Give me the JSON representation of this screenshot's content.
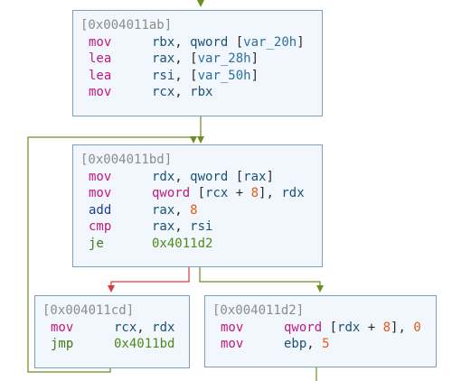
{
  "colors": {
    "block_bg": "#f1f7fc",
    "block_border": "#7ea0bc",
    "edge_unconditional": "#6b8e1e",
    "edge_true": "#6b8e1e",
    "edge_false": "#d93a3a"
  },
  "blocks": [
    {
      "address": "[0x004011ab]",
      "instructions": [
        {
          "mnemonic": "mov",
          "operands": [
            {
              "t": "reg",
              "s": "rbx"
            },
            {
              "t": "pun",
              "s": ", "
            },
            {
              "t": "reg",
              "s": "qword "
            },
            {
              "t": "pun",
              "s": "["
            },
            {
              "t": "var",
              "s": "var_20h"
            },
            {
              "t": "pun",
              "s": "]"
            }
          ]
        },
        {
          "mnemonic": "lea",
          "operands": [
            {
              "t": "reg",
              "s": "rax"
            },
            {
              "t": "pun",
              "s": ", ["
            },
            {
              "t": "var",
              "s": "var_28h"
            },
            {
              "t": "pun",
              "s": "]"
            }
          ]
        },
        {
          "mnemonic": "lea",
          "operands": [
            {
              "t": "reg",
              "s": "rsi"
            },
            {
              "t": "pun",
              "s": ", ["
            },
            {
              "t": "var",
              "s": "var_50h"
            },
            {
              "t": "pun",
              "s": "]"
            }
          ]
        },
        {
          "mnemonic": "mov",
          "operands": [
            {
              "t": "reg",
              "s": "rcx"
            },
            {
              "t": "pun",
              "s": ", "
            },
            {
              "t": "reg",
              "s": "rbx"
            }
          ]
        }
      ]
    },
    {
      "address": "[0x004011bd]",
      "instructions": [
        {
          "mnemonic": "mov",
          "operands": [
            {
              "t": "reg",
              "s": "rdx"
            },
            {
              "t": "pun",
              "s": ", "
            },
            {
              "t": "reg",
              "s": "qword "
            },
            {
              "t": "pun",
              "s": "["
            },
            {
              "t": "reg",
              "s": "rax"
            },
            {
              "t": "pun",
              "s": "]"
            }
          ]
        },
        {
          "mnemonic": "mov",
          "operands": [
            {
              "t": "kw",
              "s": "qword "
            },
            {
              "t": "pun",
              "s": "["
            },
            {
              "t": "reg",
              "s": "rcx"
            },
            {
              "t": "pun",
              "s": " + "
            },
            {
              "t": "num",
              "s": "8"
            },
            {
              "t": "pun",
              "s": "], "
            },
            {
              "t": "reg",
              "s": "rdx"
            }
          ]
        },
        {
          "mnemonic": "add",
          "operands": [
            {
              "t": "reg",
              "s": "rax"
            },
            {
              "t": "pun",
              "s": ", "
            },
            {
              "t": "num",
              "s": "8"
            }
          ]
        },
        {
          "mnemonic": "cmp",
          "operands": [
            {
              "t": "reg",
              "s": "rax"
            },
            {
              "t": "pun",
              "s": ", "
            },
            {
              "t": "reg",
              "s": "rsi"
            }
          ]
        },
        {
          "mnemonic": "je",
          "operands": [
            {
              "t": "addr",
              "s": "0x4011d2"
            }
          ]
        }
      ]
    },
    {
      "address": "[0x004011cd]",
      "instructions": [
        {
          "mnemonic": "mov",
          "operands": [
            {
              "t": "reg",
              "s": "rcx"
            },
            {
              "t": "pun",
              "s": ", "
            },
            {
              "t": "reg",
              "s": "rdx"
            }
          ]
        },
        {
          "mnemonic": "jmp",
          "operands": [
            {
              "t": "addr",
              "s": "0x4011bd"
            }
          ]
        }
      ]
    },
    {
      "address": "[0x004011d2]",
      "instructions": [
        {
          "mnemonic": "mov",
          "operands": [
            {
              "t": "kw",
              "s": "qword "
            },
            {
              "t": "pun",
              "s": "["
            },
            {
              "t": "reg",
              "s": "rdx"
            },
            {
              "t": "pun",
              "s": " + "
            },
            {
              "t": "num",
              "s": "8"
            },
            {
              "t": "pun",
              "s": "], "
            },
            {
              "t": "num",
              "s": "0"
            }
          ]
        },
        {
          "mnemonic": "mov",
          "operands": [
            {
              "t": "reg",
              "s": "ebp"
            },
            {
              "t": "pun",
              "s": ", "
            },
            {
              "t": "num",
              "s": "5"
            }
          ]
        }
      ]
    }
  ]
}
